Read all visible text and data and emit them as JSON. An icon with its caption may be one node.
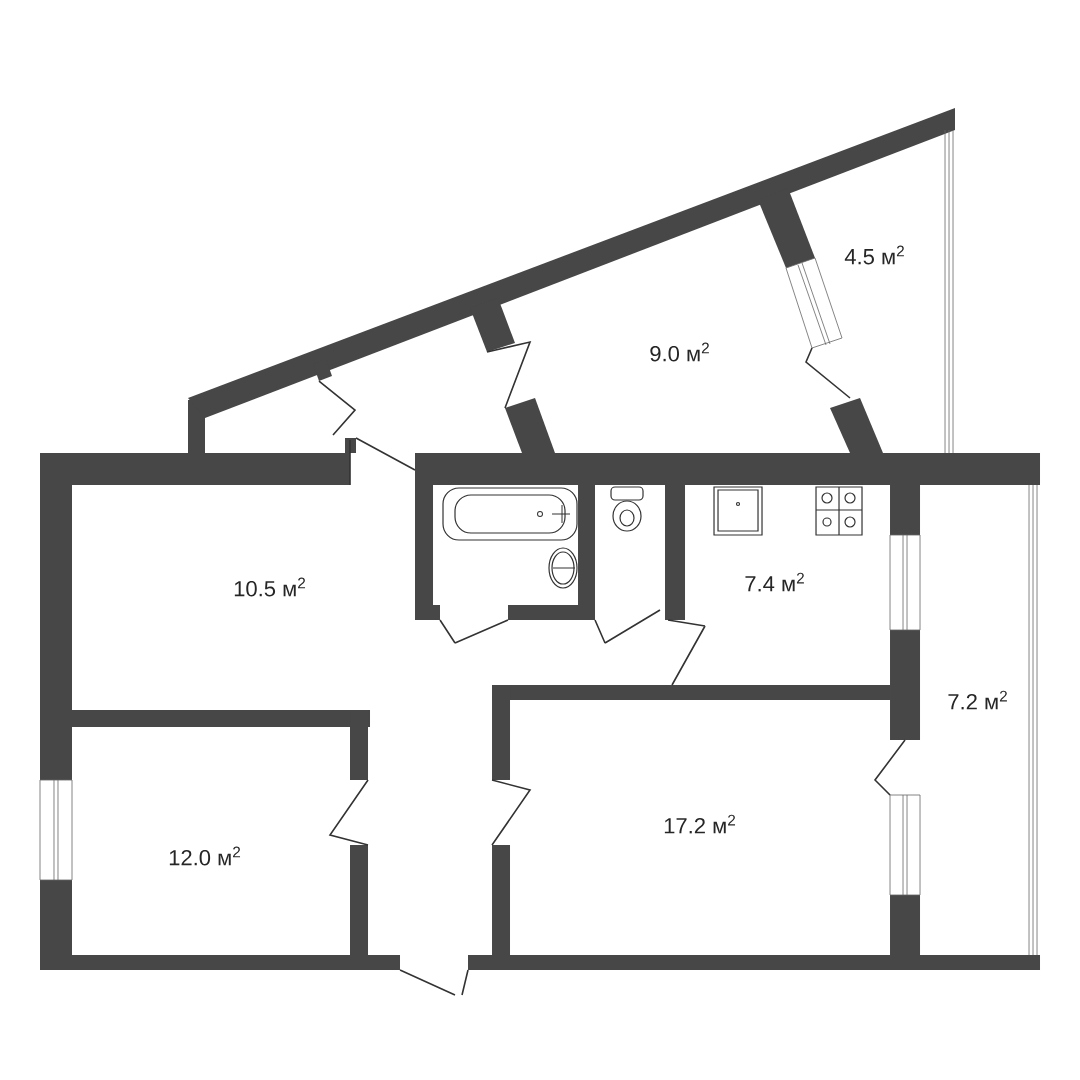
{
  "diagram": {
    "labels": [
      "4.5 м$^{2}$",
      "9.0 м$^{2}$",
      "10.5 м$^{2}$",
      "7.4 м$^{2}$",
      "7.2 м$^{2}$",
      "17.2 м$^{2}$",
      "12.0 м$^{2}$"
    ]
  }
}
